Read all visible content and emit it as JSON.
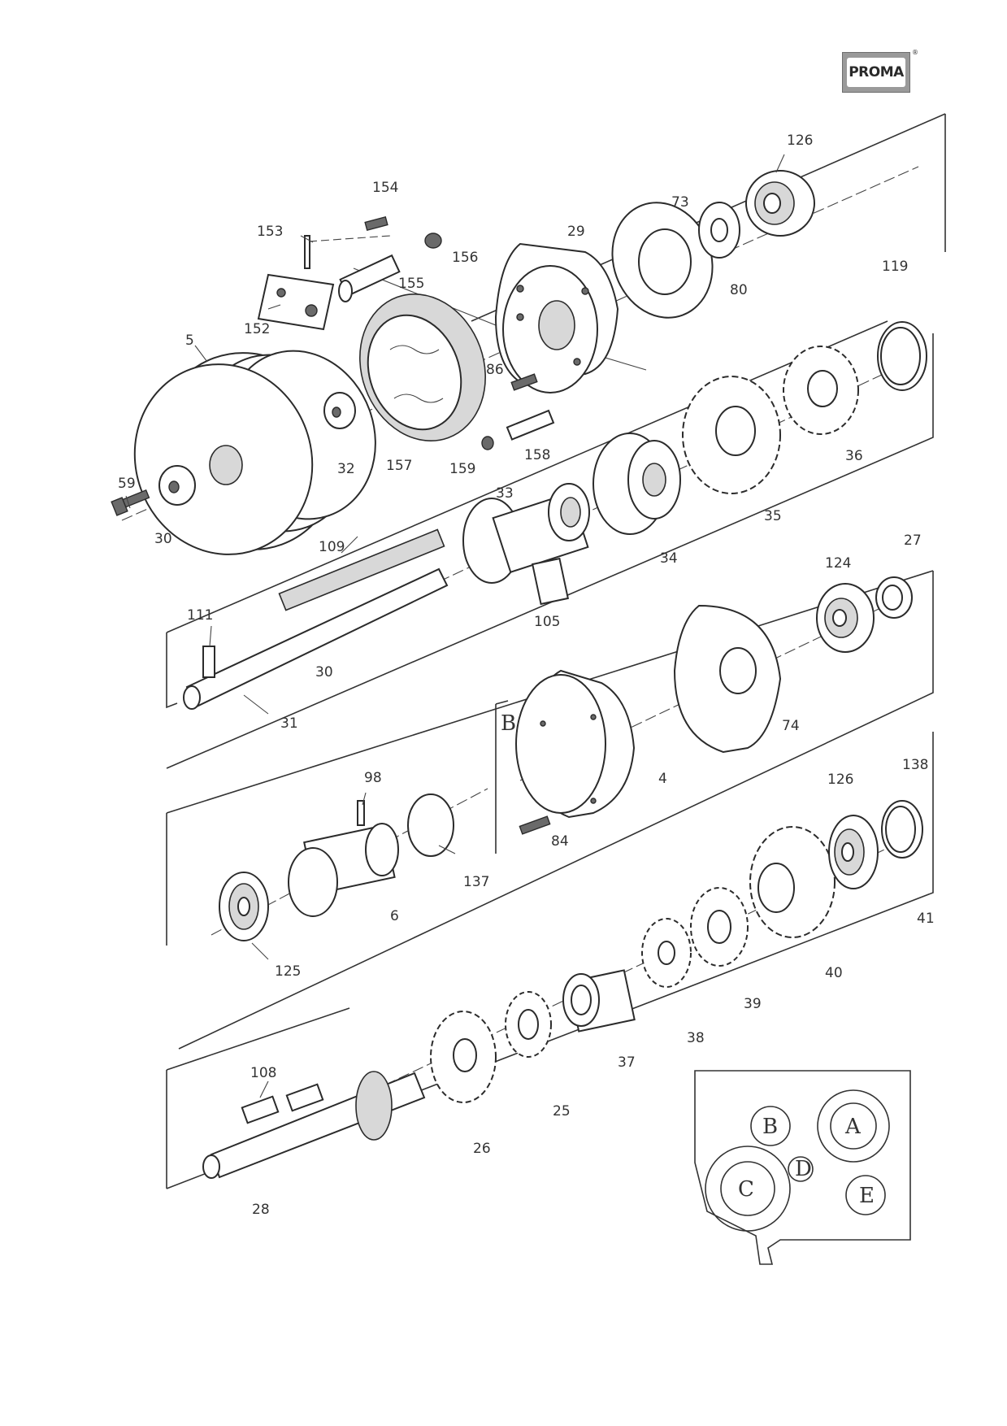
{
  "brand": {
    "logo_text": "PROMA",
    "registered_mark": "®"
  },
  "colors": {
    "line": "#333333",
    "logo_bg": "#9a9a9a",
    "paper": "#ffffff"
  },
  "diagram": {
    "part_labels": [
      "126",
      "154",
      "73",
      "153",
      "156",
      "29",
      "119",
      "155",
      "80",
      "152",
      "5",
      "86",
      "32",
      "157",
      "36",
      "158",
      "159",
      "59",
      "30",
      "35",
      "33",
      "109",
      "34",
      "124",
      "27",
      "111",
      "105",
      "30",
      "74",
      "31",
      "B",
      "4",
      "98",
      "138",
      "126",
      "84",
      "137",
      "6",
      "41",
      "125",
      "40",
      "39",
      "38",
      "37",
      "108",
      "25",
      "26",
      "28"
    ],
    "inset_labels": [
      "B",
      "A",
      "C",
      "D",
      "E"
    ]
  }
}
